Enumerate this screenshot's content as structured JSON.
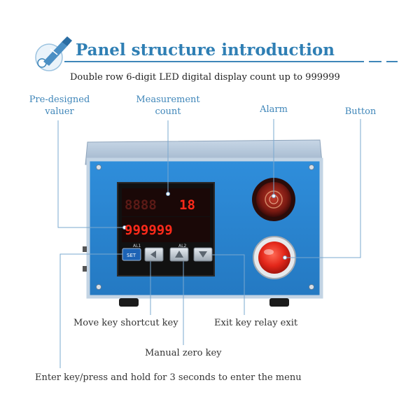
{
  "header": {
    "title": "Panel structure introduction",
    "subtitle": "Double row 6-digit LED digital display count up to 999999"
  },
  "labels": {
    "pre_designed_line1": "Pre-designed",
    "pre_designed_line2": "valuer",
    "measurement_line1": "Measurement",
    "measurement_line2": "count",
    "alarm": "Alarm",
    "button": "Button",
    "move_key": "Move key shortcut key",
    "exit_key": "Exit key relay exit",
    "manual_zero": "Manual zero key",
    "enter_key": "Enter key/press and hold for 3 seconds to enter the menu"
  },
  "device": {
    "top_row_dim": "8888",
    "top_row_lit": "18",
    "bottom_row": "999999",
    "al1": "AL1",
    "al2": "AL2",
    "set_key": "SET"
  },
  "colors": {
    "accent": "#3f86b9",
    "title": "#2f7fb4",
    "box_blue": "#2c86d0",
    "led_red": "#ff2a1a",
    "led_dim": "#5a1a16"
  }
}
